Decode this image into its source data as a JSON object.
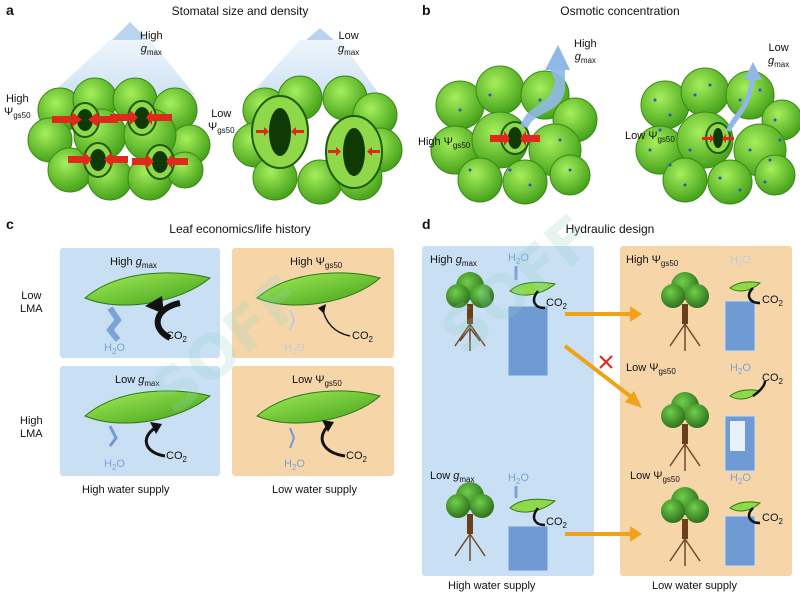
{
  "panels": {
    "a": {
      "label": "a",
      "title": "Stomatal size and density",
      "left_top_label": [
        "High",
        "g",
        "max"
      ],
      "left_side_label": [
        "High",
        "Ψ",
        "gs50"
      ],
      "right_top_label": [
        "Low",
        "g",
        "max"
      ],
      "right_side_label": [
        "Low",
        "Ψ",
        "gs50"
      ]
    },
    "b": {
      "label": "b",
      "title": "Osmotic concentration",
      "left_top_label": [
        "High",
        "g",
        "max"
      ],
      "left_side_label": [
        "High Ψ",
        "gs50"
      ],
      "right_top_label": [
        "Low",
        "g",
        "max"
      ],
      "right_side_label": [
        "Low Ψ",
        "gs50"
      ]
    },
    "c": {
      "label": "c",
      "title": "Leaf economics/life history",
      "row_labels": [
        [
          "Low",
          "LMA"
        ],
        [
          "High",
          "LMA"
        ]
      ],
      "cells": [
        {
          "title": [
            "High ",
            "g",
            "max"
          ],
          "h2o": "H",
          "co2": "CO"
        },
        {
          "title": [
            "High Ψ",
            "gs50"
          ],
          "h2o": "H",
          "co2": "CO"
        },
        {
          "title": [
            "Low ",
            "g",
            "max"
          ],
          "h2o": "H",
          "co2": "CO"
        },
        {
          "title": [
            "Low Ψ",
            "gs50"
          ],
          "h2o": "H",
          "co2": "CO"
        }
      ],
      "footer_left": "High water supply",
      "footer_right": "Low water supply"
    },
    "d": {
      "label": "d",
      "title": "Hydraulic design",
      "left_items": [
        {
          "title": [
            "High ",
            "g",
            "max"
          ],
          "h2o": "H",
          "co2": "CO"
        },
        {
          "title": [
            "Low ",
            "g",
            "max"
          ],
          "h2o": "H",
          "co2": "CO"
        }
      ],
      "right_items": [
        {
          "title": [
            "High Ψ",
            "gs50"
          ],
          "h2o": "H",
          "co2": "CO"
        },
        {
          "title": [
            "Low Ψ",
            "gs50"
          ],
          "h2o": "H",
          "co2": "CO"
        },
        {
          "title": [
            "Low Ψ",
            "gs50"
          ],
          "h2o": "H",
          "co2": "CO"
        }
      ],
      "footer_left": "High water supply",
      "footer_right": "Low water supply"
    }
  },
  "colors": {
    "leaf": "#6fcf2f",
    "leaf_dark": "#2c7b10",
    "blue_box": "#c9dff3",
    "tan_box": "#f6d6a9",
    "arrow_orange": "#f0a21a",
    "arrow_red": "#e0281d",
    "water": "#8fb8e6"
  },
  "watermark": "SOFF"
}
